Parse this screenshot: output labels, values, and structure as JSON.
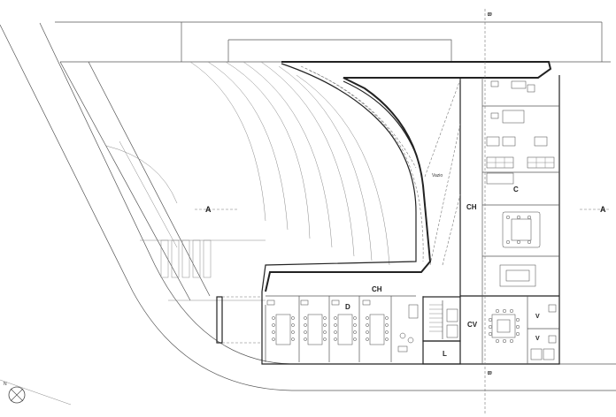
{
  "labels": {
    "section_a_left": "A",
    "section_a_right": "A",
    "section_b_top": "B",
    "section_b_bottom": "B",
    "ch_top": "CH",
    "ch_side": "CH",
    "room_c": "C",
    "room_d": "D",
    "room_cv": "CV",
    "room_l": "L",
    "room_v1": "V",
    "room_v2": "V",
    "void": "Vazio",
    "north": "N"
  }
}
